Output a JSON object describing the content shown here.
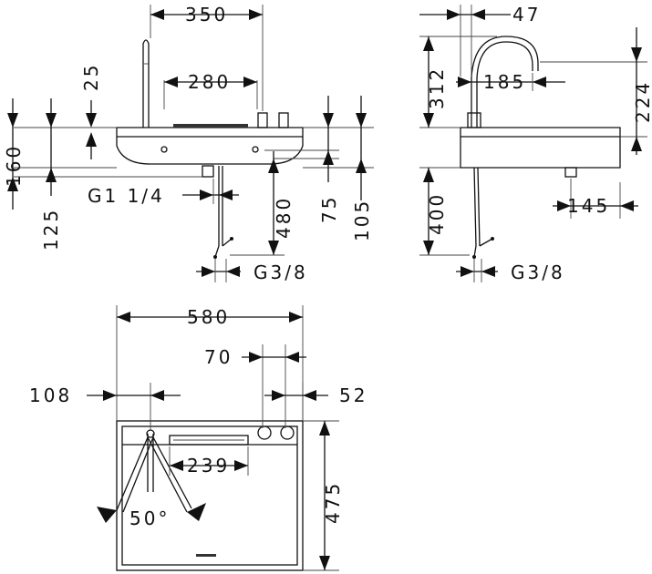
{
  "colors": {
    "line": "#111111",
    "background": "#ffffff",
    "fill": "#f2f2f2"
  },
  "front_view": {
    "width_total": "350",
    "width_trough": "280",
    "spout_height": "25",
    "top_height": "160",
    "bottom_height": "125",
    "connection_waste": "G1 1/4",
    "connection_supply": "G3/8",
    "drop_height": "480",
    "depth_75": "75",
    "depth_105": "105"
  },
  "side_view": {
    "offset_47": "47",
    "spout_height_312": "312",
    "reach_185": "185",
    "height_224": "224",
    "below_400": "400",
    "waste_145": "145",
    "connection_supply": "G3/8"
  },
  "top_view": {
    "width_580": "580",
    "spacing_70": "70",
    "offset_108": "108",
    "offset_52": "52",
    "trough_239": "239",
    "depth_475": "475",
    "swivel_angle": "50°"
  }
}
